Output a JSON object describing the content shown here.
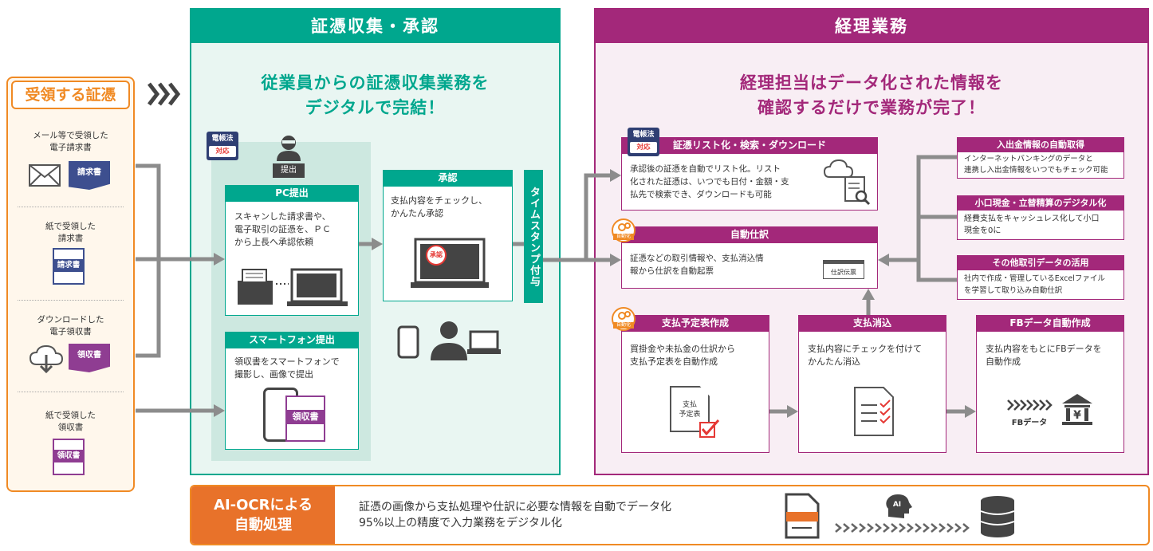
{
  "receive": {
    "title": "受領する証憑",
    "items": [
      {
        "label": "メール等で受領した\n電子請求書",
        "doc": "請求書"
      },
      {
        "label": "紙で受領した\n請求書",
        "doc": "請求書"
      },
      {
        "label": "ダウンロードした\n電子領収書",
        "doc": "領収書"
      },
      {
        "label": "紙で受領した\n領収書",
        "doc": "領収書"
      }
    ]
  },
  "collect": {
    "header": "証憑収集・承認",
    "subtitle": "従業員からの証憑収集業務を\nデジタルで完結！",
    "badge": {
      "line1": "電帳法",
      "line2": "対応"
    },
    "submit_tag": "提出",
    "pc": {
      "title": "PC提出",
      "text": "スキャンした請求書や、\n電子取引の証憑を、ＰＣ\nから上長へ承認依頼"
    },
    "sp": {
      "title": "スマートフォン提出",
      "text": "領収書をスマートフォンで\n撮影し、画像で提出",
      "doc": "領収書"
    },
    "approve": {
      "title": "承認",
      "text": "支払内容をチェックし、\nかんたん承認",
      "stamp": "承認"
    },
    "timestamp": "タイムスタンプ付与"
  },
  "accounting": {
    "header": "経理業務",
    "subtitle": "経理担当はデータ化された情報を\n確認するだけで業務が完了！",
    "badge": {
      "line1": "電帳法",
      "line2": "対応"
    },
    "auto_badge": "自動化",
    "list": {
      "title": "証憑リスト化・検索・ダウンロード",
      "text": "承認後の証憑を自動でリスト化。リスト\n化された証憑は、いつでも日付・金額・支\n払先で検索でき、ダウンロードも可能"
    },
    "journal": {
      "title": "自動仕訳",
      "text": "証憑などの取引情報や、支払消込情\n報から仕訳を自動起票",
      "doc": "仕訳伝票"
    },
    "bank": {
      "title": "入出金情報の自動取得",
      "text": "インターネットバンキングのデータと\n連携し入出金情報をいつでもチェック可能"
    },
    "petty": {
      "title": "小口現金・立替精算のデジタル化",
      "text": "経費支払をキャッシュレス化して小口\n現金を0に"
    },
    "other": {
      "title": "その他取引データの活用",
      "text": "社内で作成・管理しているExcelファイル\nを学習して取り込み自動仕訳"
    },
    "schedule": {
      "title": "支払予定表作成",
      "text": "買掛金や未払金の仕訳から\n支払予定表を自動作成",
      "doc": "支払\n予定表"
    },
    "clear": {
      "title": "支払消込",
      "text": "支払内容にチェックを付けて\nかんたん消込"
    },
    "fb": {
      "title": "FBデータ自動作成",
      "text": "支払内容をもとにFBデータを\n自動作成",
      "label": "FBデータ"
    }
  },
  "ai_ocr": {
    "title": "AI-OCRによる\n自動処理",
    "desc": "証憑の画像から支払処理や仕訳に必要な情報を自動でデータ化\n95%以上の精度で入力業務をデジタル化",
    "ai_label": "AI"
  },
  "colors": {
    "green": "#00a78e",
    "purple": "#a3287a",
    "orange": "#f08a24",
    "gray_arrow": "#8c8c8c",
    "navy": "#2f3f73"
  }
}
